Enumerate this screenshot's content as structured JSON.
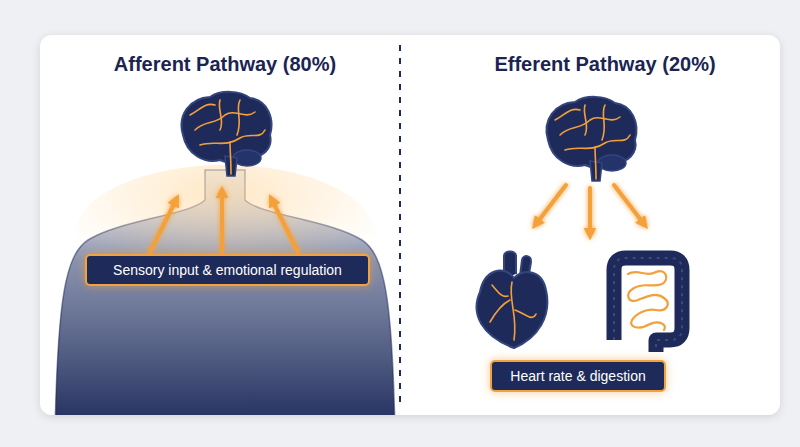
{
  "diagram": {
    "nodes": [
      {
        "text": [
          "Sensory input & emotional regulation"
        ]
      },
      {
        "text": [
          "Heart rate & digestion"
        ]
      }
    ],
    "labels": [
      "Afferent Pathway (80%)",
      "Efferent Pathway (20%)"
    ]
  }
}
